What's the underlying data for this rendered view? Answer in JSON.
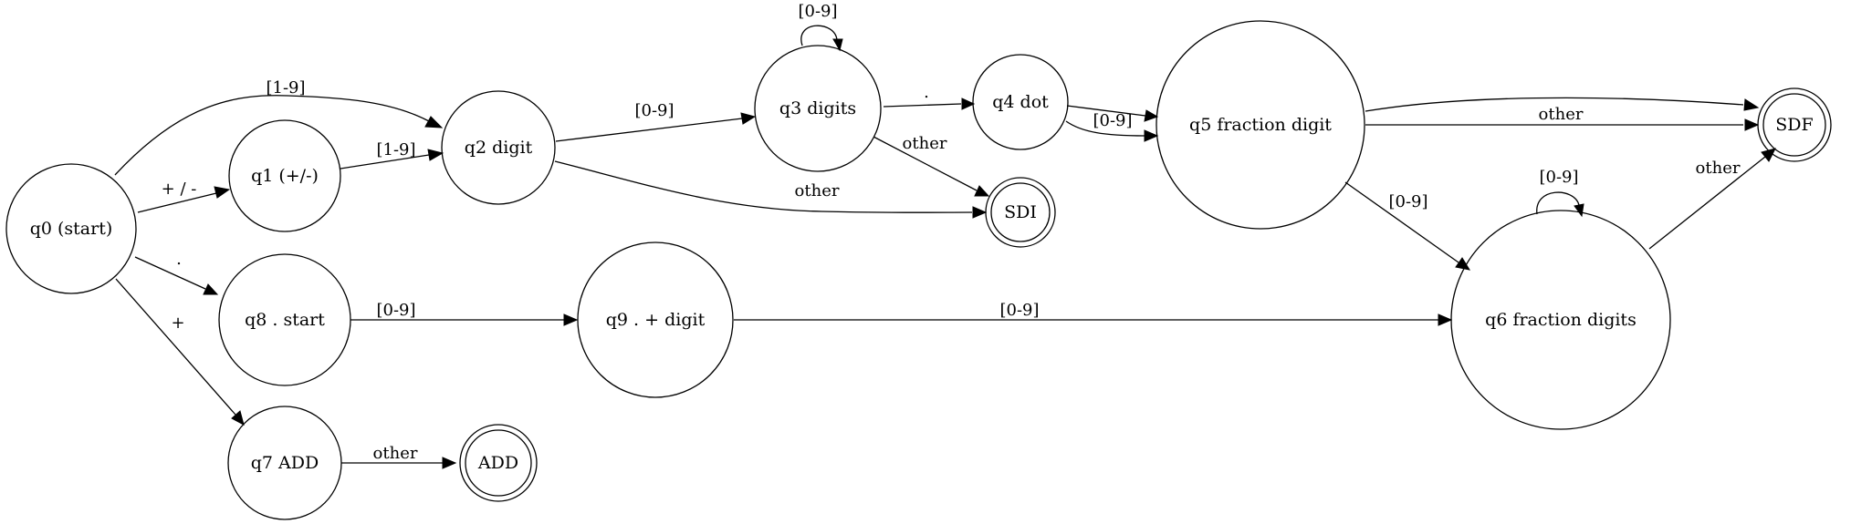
{
  "nodes": {
    "q0": "q0 (start)",
    "q1": "q1 (+/-)",
    "q2": "q2 digit",
    "q3": "q3 digits",
    "q4": "q4 dot",
    "q5": "q5 fraction digit",
    "q6": "q6 fraction digits",
    "q7": "q7 ADD",
    "q8": "q8 . start",
    "q9": "q9 . + digit",
    "sdi": "SDI",
    "sdf": "SDF",
    "add": "ADD"
  },
  "edges": {
    "q0_q2": "[1-9]",
    "q0_q1": "+ / -",
    "q0_q8": ".",
    "q0_q7": "+",
    "q1_q2": "[1-9]",
    "q2_q3": "[0-9]",
    "q2_sdi": "other",
    "q3_q3": "[0-9]",
    "q3_q4": ".",
    "q3_sdi": "other",
    "q4_q5": "[0-9]",
    "q5_sdf": "other",
    "q5_q6": "[0-9]",
    "q6_q6": "[0-9]",
    "q6_sdf": "other",
    "q8_q9": "[0-9]",
    "q9_q6": "[0-9]",
    "q7_add": "other"
  }
}
